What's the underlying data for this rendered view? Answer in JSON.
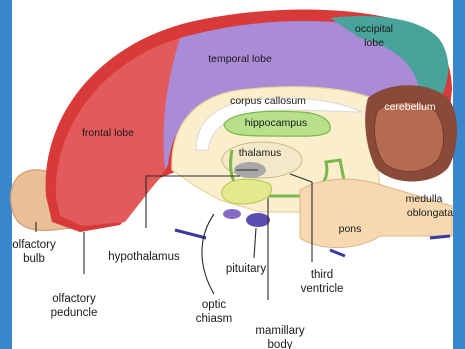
{
  "labels": {
    "occipital_lobe_1": "occipital",
    "occipital_lobe_2": "lobe",
    "temporal_lobe": "temporal lobe",
    "corpus_callosum": "corpus callosum",
    "hippocampus": "hippocampus",
    "cerebellum": "cerebellum",
    "frontal_lobe": "frontal lobe",
    "thalamus": "thalamus",
    "medulla_1": "medulla",
    "medulla_2": "oblongata",
    "pons": "pons",
    "olfactory_bulb_1": "olfactory",
    "olfactory_bulb_2": "bulb",
    "hypothalamus": "hypothalamus",
    "pituitary": "pituitary",
    "third_ventricle_1": "third",
    "third_ventricle_2": "ventricle",
    "olfactory_peduncle_1": "olfactory",
    "olfactory_peduncle_2": "peduncle",
    "optic_chiasm_1": "optic",
    "optic_chiasm_2": "chiasm",
    "mamillary_body_1": "mamillary",
    "mamillary_body_2": "body"
  },
  "colors": {
    "background_blue": "#3a86cc",
    "frontal": "#e25a5a",
    "temporal": "#a98bd6",
    "occipital": "#4aa39a",
    "outer_rim": "#d83a3a",
    "cerebellum": "#8a4a3a",
    "brainstem": "#f6d9b0",
    "olfactory": "#e9bf98",
    "hippocampus": "#b8e08a",
    "pituitary": "#5a4fb0"
  }
}
